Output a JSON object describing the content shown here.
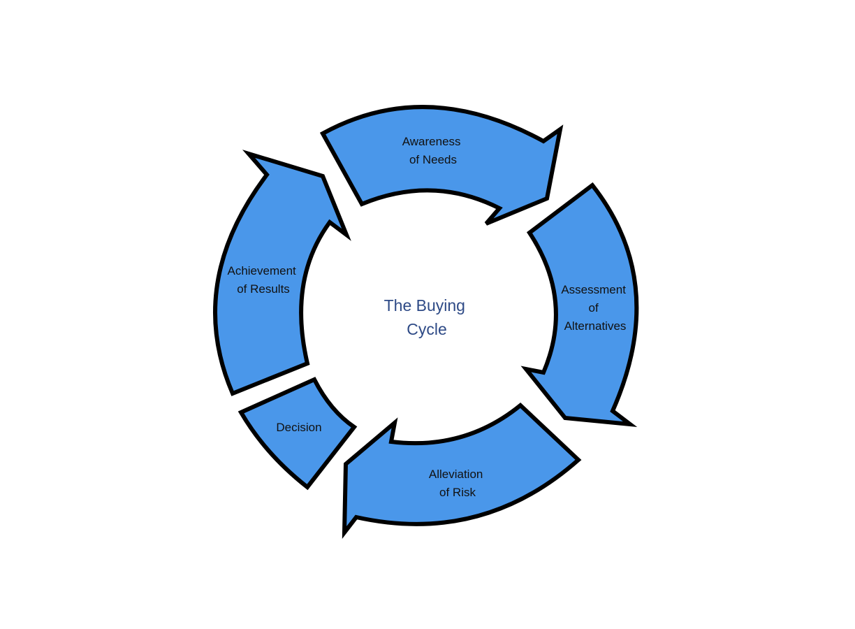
{
  "center_title": {
    "line1": "The Buying",
    "line2": "Cycle"
  },
  "segments": [
    {
      "lines": [
        "Awareness",
        "of Needs"
      ]
    },
    {
      "lines": [
        "Assessment",
        "of",
        "Alternatives"
      ]
    },
    {
      "lines": [
        "Alleviation",
        "of Risk"
      ]
    },
    {
      "lines": [
        "Decision"
      ]
    },
    {
      "lines": [
        "Achievement",
        "of Results"
      ]
    }
  ],
  "colors": {
    "segment_fill": "#4A97EA",
    "segment_stroke": "#000000",
    "center_text": "#2E4A86"
  }
}
